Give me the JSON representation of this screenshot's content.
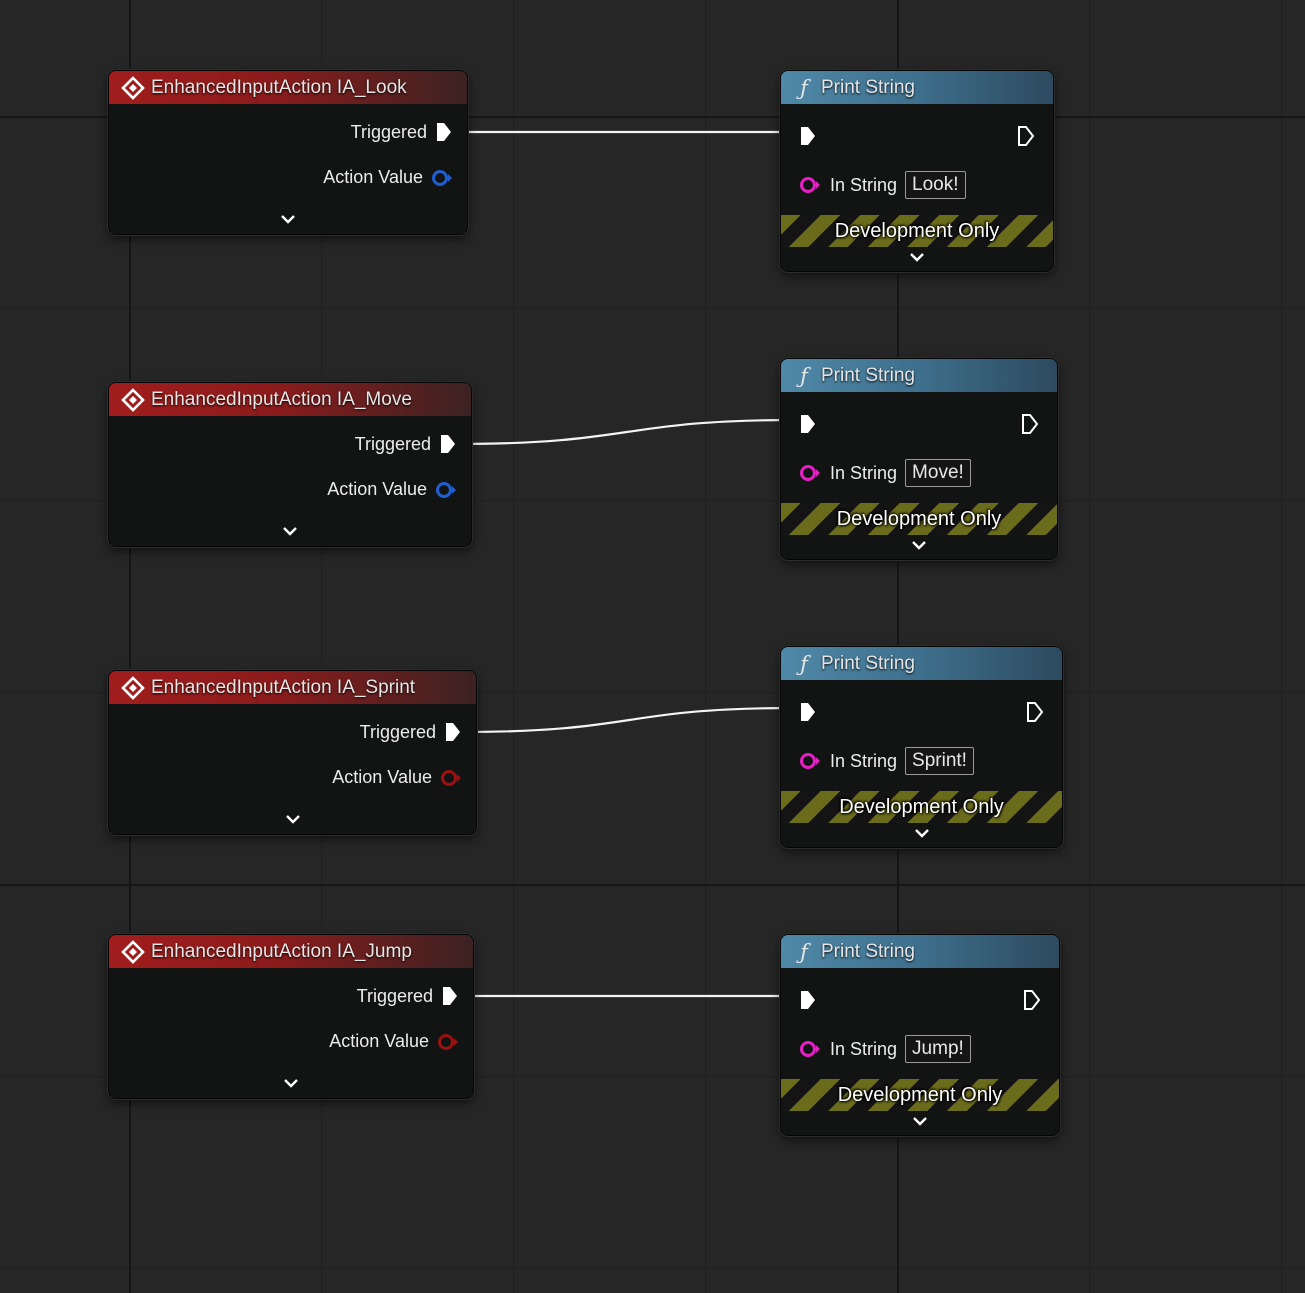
{
  "graph": {
    "events": [
      {
        "title": "EnhancedInputAction IA_Look",
        "triggered": "Triggered",
        "action_value": "Action Value",
        "value_pin_color": "#1f5fd1"
      },
      {
        "title": "EnhancedInputAction IA_Move",
        "triggered": "Triggered",
        "action_value": "Action Value",
        "value_pin_color": "#1f5fd1"
      },
      {
        "title": "EnhancedInputAction IA_Sprint",
        "triggered": "Triggered",
        "action_value": "Action Value",
        "value_pin_color": "#9b1010"
      },
      {
        "title": "EnhancedInputAction IA_Jump",
        "triggered": "Triggered",
        "action_value": "Action Value",
        "value_pin_color": "#9b1010"
      }
    ],
    "prints": [
      {
        "title": "Print String",
        "in_string_label": "In String",
        "in_string_value": "Look!",
        "dev_label": "Development Only"
      },
      {
        "title": "Print String",
        "in_string_label": "In String",
        "in_string_value": "Move!",
        "dev_label": "Development Only"
      },
      {
        "title": "Print String",
        "in_string_label": "In String",
        "in_string_value": "Sprint!",
        "dev_label": "Development Only"
      },
      {
        "title": "Print String",
        "in_string_label": "In String",
        "in_string_value": "Jump!",
        "dev_label": "Development Only"
      }
    ],
    "colors": {
      "event_header": "#a11d1d",
      "function_header": "#4f89a8",
      "string_pin": "#e81fc6",
      "exec_wire": "#f4f4f4",
      "dev_stripe": "#6b6b1c"
    },
    "icons": {
      "event": "event-diamond-icon",
      "function": "function-f-icon",
      "exec": "exec-pin-icon",
      "expand": "chevron-down-icon"
    }
  }
}
